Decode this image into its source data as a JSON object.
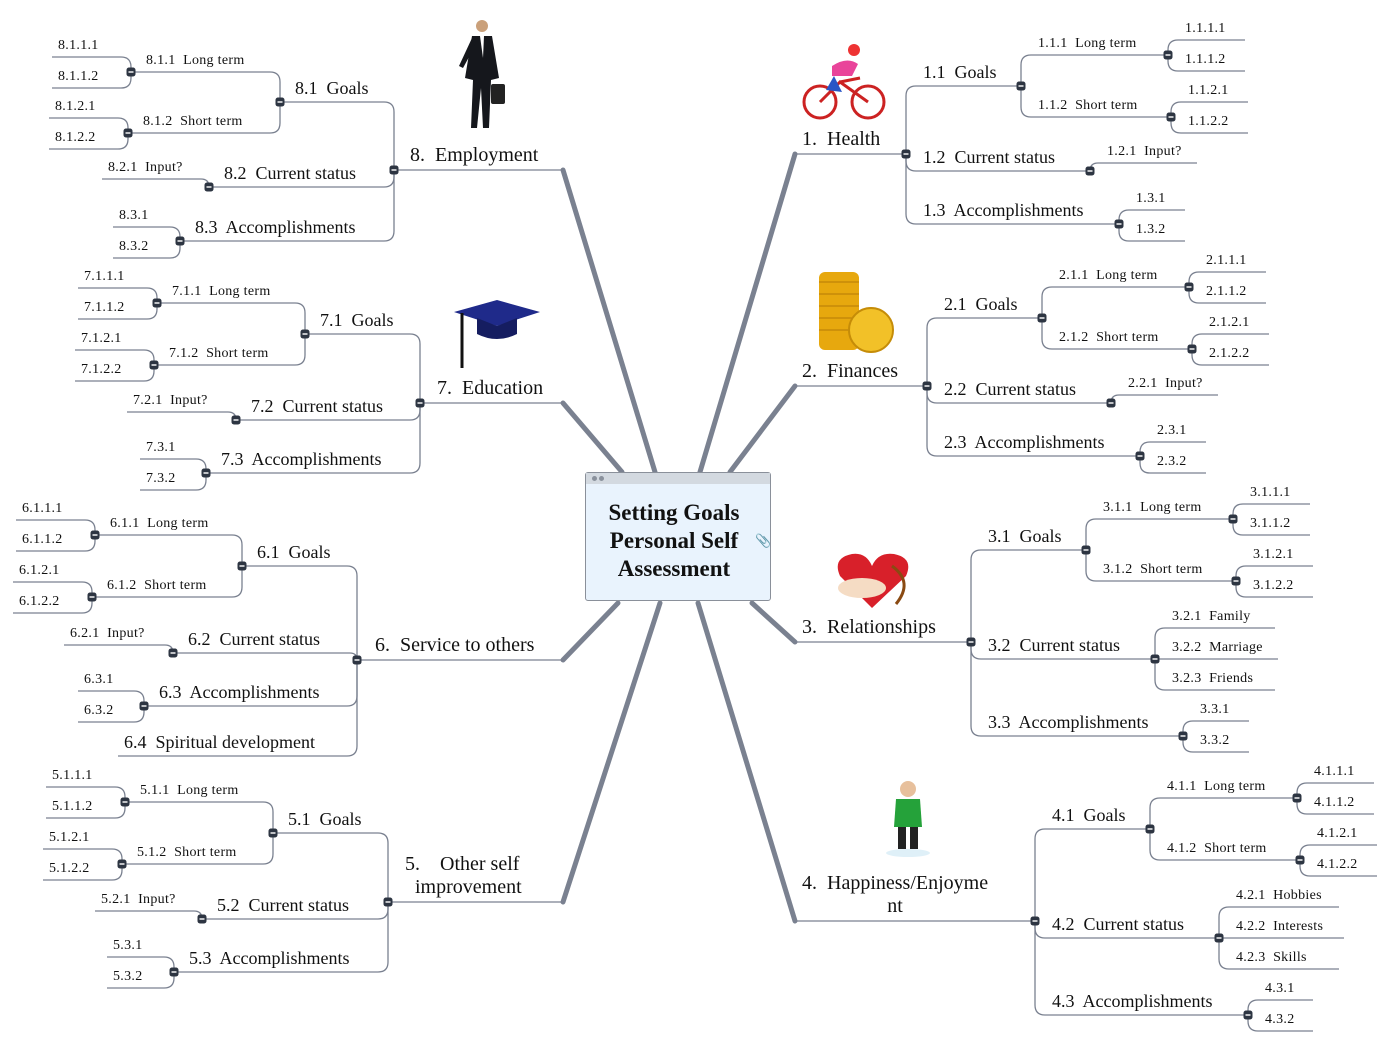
{
  "central_topic": "Setting Goals\nPersonal Self\nAssessment",
  "central_attachment_icon": "paperclip-icon",
  "colors": {
    "line": "#7a8190",
    "button": "#2d3542",
    "center_bg": "#e9f3fd"
  },
  "nodes": {
    "n1": "1.  Health",
    "n1_1": "1.1  Goals",
    "n1_1_1": "1.1.1  Long term",
    "n1_1_1_1": "1.1.1.1",
    "n1_1_1_2": "1.1.1.2",
    "n1_1_2": "1.1.2  Short term",
    "n1_1_2_1": "1.1.2.1",
    "n1_1_2_2": "1.1.2.2",
    "n1_2": "1.2  Current status",
    "n1_2_1": "1.2.1  Input?",
    "n1_3": "1.3  Accomplishments",
    "n1_3_1": "1.3.1",
    "n1_3_2": "1.3.2",
    "n2": "2.  Finances",
    "n2_1": "2.1  Goals",
    "n2_1_1": "2.1.1  Long term",
    "n2_1_1_1": "2.1.1.1",
    "n2_1_1_2": "2.1.1.2",
    "n2_1_2": "2.1.2  Short term",
    "n2_1_2_1": "2.1.2.1",
    "n2_1_2_2": "2.1.2.2",
    "n2_2": "2.2  Current status",
    "n2_2_1": "2.2.1  Input?",
    "n2_3": "2.3  Accomplishments",
    "n2_3_1": "2.3.1",
    "n2_3_2": "2.3.2",
    "n3": "3.  Relationships",
    "n3_1": "3.1  Goals",
    "n3_1_1": "3.1.1  Long term",
    "n3_1_1_1": "3.1.1.1",
    "n3_1_1_2": "3.1.1.2",
    "n3_1_2": "3.1.2  Short term",
    "n3_1_2_1": "3.1.2.1",
    "n3_1_2_2": "3.1.2.2",
    "n3_2": "3.2  Current status",
    "n3_2_1": "3.2.1  Family",
    "n3_2_2": "3.2.2  Marriage",
    "n3_2_3": "3.2.3  Friends",
    "n3_3": "3.3  Accomplishments",
    "n3_3_1": "3.3.1",
    "n3_3_2": "3.3.2",
    "n4": "4.  Happiness/Enjoyme\nnt",
    "n4_1": "4.1  Goals",
    "n4_1_1": "4.1.1  Long term",
    "n4_1_1_1": "4.1.1.1",
    "n4_1_1_2": "4.1.1.2",
    "n4_1_2": "4.1.2  Short term",
    "n4_1_2_1": "4.1.2.1",
    "n4_1_2_2": "4.1.2.2",
    "n4_2": "4.2  Current status",
    "n4_2_1": "4.2.1  Hobbies",
    "n4_2_2": "4.2.2  Interests",
    "n4_2_3": "4.2.3  Skills",
    "n4_3": "4.3  Accomplishments",
    "n4_3_1": "4.3.1",
    "n4_3_2": "4.3.2",
    "n5": "5.    Other self\n  improvement",
    "n5_1": "5.1  Goals",
    "n5_1_1": "5.1.1  Long term",
    "n5_1_1_1": "5.1.1.1",
    "n5_1_1_2": "5.1.1.2",
    "n5_1_2": "5.1.2  Short term",
    "n5_1_2_1": "5.1.2.1",
    "n5_1_2_2": "5.1.2.2",
    "n5_2": "5.2  Current status",
    "n5_2_1": "5.2.1  Input?",
    "n5_3": "5.3  Accomplishments",
    "n5_3_1": "5.3.1",
    "n5_3_2": "5.3.2",
    "n6": "6.  Service to others",
    "n6_1": "6.1  Goals",
    "n6_1_1": "6.1.1  Long term",
    "n6_1_1_1": "6.1.1.1",
    "n6_1_1_2": "6.1.1.2",
    "n6_1_2": "6.1.2  Short term",
    "n6_1_2_1": "6.1.2.1",
    "n6_1_2_2": "6.1.2.2",
    "n6_2": "6.2  Current status",
    "n6_2_1": "6.2.1  Input?",
    "n6_3": "6.3  Accomplishments",
    "n6_3_1": "6.3.1",
    "n6_3_2": "6.3.2",
    "n6_4": "6.4  Spiritual development",
    "n7": "7.  Education",
    "n7_1": "7.1  Goals",
    "n7_1_1": "7.1.1  Long term",
    "n7_1_1_1": "7.1.1.1",
    "n7_1_1_2": "7.1.1.2",
    "n7_1_2": "7.1.2  Short term",
    "n7_1_2_1": "7.1.2.1",
    "n7_1_2_2": "7.1.2.2",
    "n7_2": "7.2  Current status",
    "n7_2_1": "7.2.1  Input?",
    "n7_3": "7.3  Accomplishments",
    "n7_3_1": "7.3.1",
    "n7_3_2": "7.3.2",
    "n8": "8.  Employment",
    "n8_1": "8.1  Goals",
    "n8_1_1": "8.1.1  Long term",
    "n8_1_1_1": "8.1.1.1",
    "n8_1_1_2": "8.1.1.2",
    "n8_1_2": "8.1.2  Short term",
    "n8_1_2_1": "8.1.2.1",
    "n8_1_2_2": "8.1.2.2",
    "n8_2": "8.2  Current status",
    "n8_2_1": "8.2.1  Input?",
    "n8_3": "8.3  Accomplishments",
    "n8_3_1": "8.3.1",
    "n8_3_2": "8.3.2"
  }
}
